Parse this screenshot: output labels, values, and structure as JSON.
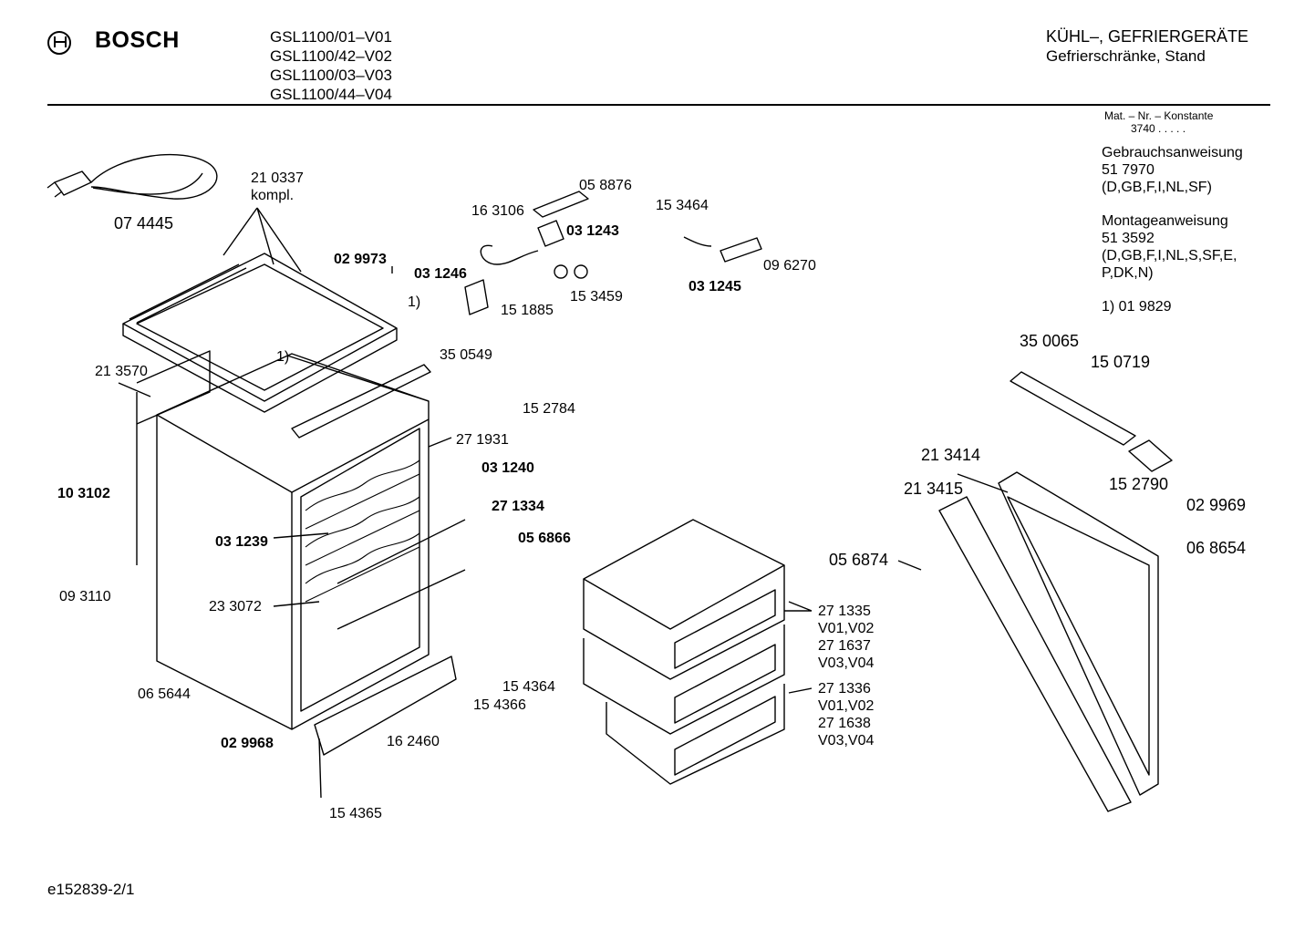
{
  "header": {
    "brand": "BOSCH",
    "models": [
      "GSL1100/01–V01",
      "GSL1100/42–V02",
      "GSL1100/03–V03",
      "GSL1100/44–V04"
    ],
    "category_title": "KÜHL–, GEFRIERGERÄTE",
    "category_subtitle": "Gefrierschränke, Stand"
  },
  "sidebar": {
    "mat_label": "Mat. – Nr. – Konstante",
    "mat_value": "3740  .  .  .  .  .",
    "gebrauch_title": "Gebrauchsanweisung",
    "gebrauch_number": "51 7970",
    "gebrauch_langs": "(D,GB,F,I,NL,SF)",
    "montage_title": "Montageanweisung",
    "montage_number": "51 3592",
    "montage_langs_1": "(D,GB,F,I,NL,S,SF,E,",
    "montage_langs_2": "P,DK,N)",
    "footnote": "1)  01 9829"
  },
  "labels": {
    "p074445": "07 4445",
    "p210337": "21 0337",
    "kompl": "kompl.",
    "p029973": "02 9973",
    "fn1a": "1)",
    "fn1b": "1)",
    "p213570": "21 3570",
    "p163106": "16 3106",
    "p058876": "05 8876",
    "p031243": "03 1243",
    "p031246": "03 1246",
    "p151885": "15 1885",
    "p153459": "15 3459",
    "p153464": "15 3464",
    "p096270": "09 6270",
    "p031245": "03 1245",
    "p350549": "35 0549",
    "p152784": "15 2784",
    "p271931": "27 1931",
    "p031240": "03 1240",
    "p103102": "10 3102",
    "p271334": "27 1334",
    "p031239": "03 1239",
    "p056866": "05 6866",
    "p093110": "09 3110",
    "p233072": "23 3072",
    "p065644": "06 5644",
    "p154364": "15 4364",
    "p154366": "15 4366",
    "p029968": "02 9968",
    "p162460": "16 2460",
    "p154365": "15 4365",
    "p350065": "35 0065",
    "p150719": "15 0719",
    "p213414": "21 3414",
    "p213415": "21 3415",
    "p152790": "15 2790",
    "p029969": "02 9969",
    "p068654": "06 8654",
    "p056874": "05 6874",
    "p271335": "27 1335",
    "v0102a": "V01,V02",
    "p271637": "27 1637",
    "v0304a": "V03,V04",
    "p271336": "27 1336",
    "v0102b": "V01,V02",
    "p271638": "27 1638",
    "v0304b": "V03,V04"
  },
  "footer": {
    "code": "e152839-2/1"
  }
}
